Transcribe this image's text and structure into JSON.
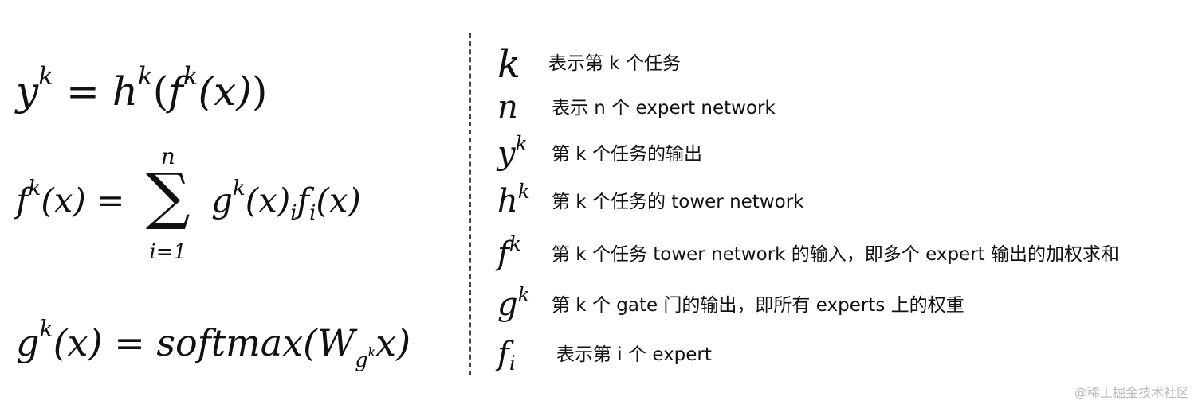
{
  "equations": {
    "eq1": {
      "lhs": "y",
      "lhs_sup": "k",
      "eq": "=",
      "h": "h",
      "h_sup": "k",
      "open": "(",
      "f": "f",
      "f_sup": "k",
      "arg": "(x)",
      "close": ")"
    },
    "eq2": {
      "lhs": "f",
      "lhs_sup": "k",
      "arg": "(x)",
      "eq": "=",
      "sum": "∑",
      "sum_top": "n",
      "sum_bottom": "i=1",
      "g": "g",
      "g_sup": "k",
      "garg": "(x)",
      "g_sub": "i",
      "fi": "f",
      "fi_sub": "i",
      "fiarg": "(x)"
    },
    "eq3": {
      "lhs": "g",
      "lhs_sup": "k",
      "arg": "(x)",
      "eq": "=",
      "fn": "softmax(",
      "W": "W",
      "W_sub": "g",
      "W_subsup": "k",
      "x": "x",
      "close": ")"
    }
  },
  "legend": [
    {
      "sym": "k",
      "sym_sup": "",
      "sym_sub": "",
      "desc": "表示第 k 个任务"
    },
    {
      "sym": "n",
      "sym_sup": "",
      "sym_sub": "",
      "desc": "表示 n 个 expert network"
    },
    {
      "sym": "y",
      "sym_sup": "k",
      "sym_sub": "",
      "desc": "第 k 个任务的输出"
    },
    {
      "sym": "h",
      "sym_sup": "k",
      "sym_sub": "",
      "desc": "第 k 个任务的 tower network"
    },
    {
      "sym": "f",
      "sym_sup": "k",
      "sym_sub": "",
      "desc": "第 k 个任务 tower network 的输入，即多个 expert 输出的加权求和"
    },
    {
      "sym": "g",
      "sym_sup": "k",
      "sym_sub": "",
      "desc": "第  k 个 gate 门的输出，即所有 experts 上的权重"
    },
    {
      "sym": "f",
      "sym_sup": "",
      "sym_sub": "i",
      "desc": "表示第 i 个 expert"
    }
  ],
  "watermark": "@稀土掘金技术社区"
}
